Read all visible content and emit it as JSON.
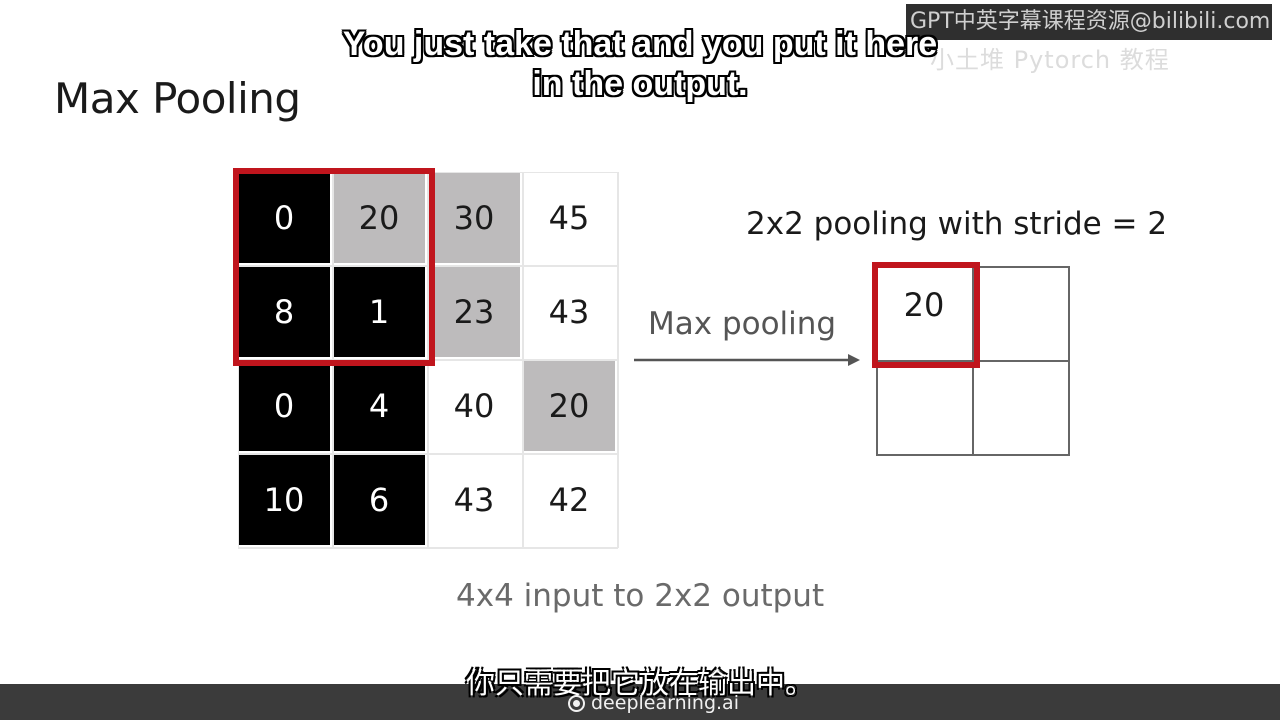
{
  "watermark": {
    "line1": "GPT中英字幕课程资源@bilibili.com",
    "line2": "小土堆 Pytorch 教程"
  },
  "subtitle_en": "You just take that and you put it here in the output.",
  "subtitle_zh": "你只需要把它放在输出中。",
  "slide": {
    "title": "Max Pooling",
    "input_grid": [
      [
        {
          "v": "0",
          "shade": "black"
        },
        {
          "v": "20",
          "shade": "gray"
        },
        {
          "v": "30",
          "shade": "gray"
        },
        {
          "v": "45",
          "shade": "white"
        }
      ],
      [
        {
          "v": "8",
          "shade": "black"
        },
        {
          "v": "1",
          "shade": "black"
        },
        {
          "v": "23",
          "shade": "gray"
        },
        {
          "v": "43",
          "shade": "white"
        }
      ],
      [
        {
          "v": "0",
          "shade": "black"
        },
        {
          "v": "4",
          "shade": "black"
        },
        {
          "v": "40",
          "shade": "white"
        },
        {
          "v": "20",
          "shade": "gray"
        }
      ],
      [
        {
          "v": "10",
          "shade": "black"
        },
        {
          "v": "6",
          "shade": "black"
        },
        {
          "v": "43",
          "shade": "white"
        },
        {
          "v": "42",
          "shade": "white"
        }
      ]
    ],
    "arrow_label": "Max pooling",
    "pool_title": "2x2 pooling with stride = 2",
    "output_grid": [
      [
        "20",
        ""
      ],
      [
        "",
        ""
      ]
    ],
    "caption": "4x4 input to 2x2 output",
    "highlight_color": "#c0151d"
  },
  "brand": "deeplearning.ai"
}
